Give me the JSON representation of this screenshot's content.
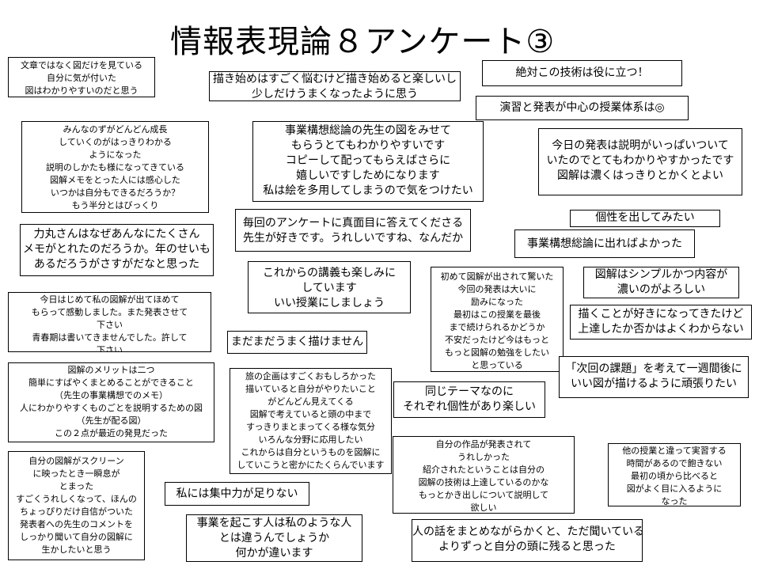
{
  "title": "情報表現論８アンケート③",
  "comments": [
    {
      "lines": [
        "文章ではなく図だけを見ている",
        "自分に気が付いた",
        "図はわかりやすいのだと思う"
      ]
    },
    {
      "lines": [
        "描き始めはすごく悩むけど描き始めると楽しいし",
        "少しだけうまくなったように思う"
      ]
    },
    {
      "lines": [
        "絶対この技術は役に立つ！"
      ]
    },
    {
      "lines": [
        "演習と発表が中心の授業体系は◎"
      ]
    },
    {
      "lines": [
        "みんなのずがどんどん成長",
        "していくのがはっきりわかる",
        "ようになった",
        "説明のしかたも様になってきている",
        "図解メモをとった人には感心した",
        "いつかは自分もできるだろうか？",
        "もう半分とはびっくり"
      ]
    },
    {
      "lines": [
        "事業構想総論の先生の図をみせて",
        "もらうとてもわかりやすいです",
        "コピーして配ってもらえばさらに",
        "嬉しいですしためになります",
        "私は絵を多用してしまうので気をつけたい"
      ]
    },
    {
      "lines": [
        "今日の発表は説明がいっぱいついて",
        "いたのでとてもわかりやすかったです",
        "図解は濃くはっきりとかくとよい"
      ]
    },
    {
      "lines": [
        "個性を出してみたい"
      ]
    },
    {
      "lines": [
        "力丸さんはなぜあんなにたくさん",
        "メモがとれたのだろうか。年のせいも",
        "あるだろうがさすがだなと思った"
      ]
    },
    {
      "lines": [
        "毎回のアンケートに真面目に答えてくださる",
        "先生が好きです。うれしいですね、なんだか"
      ]
    },
    {
      "lines": [
        "事業構想総論に出ればよかった"
      ]
    },
    {
      "lines": [
        "これからの講義も楽しみに",
        "しています",
        "いい授業にしましょう"
      ]
    },
    {
      "lines": [
        "初めて図解が出されて驚いた",
        "今回の発表は大いに",
        "励みになった",
        "最初はこの授業を最後",
        "まで続けられるかどうか",
        "不安だったけど今はもっと",
        "もっと図解の勉強をしたい",
        "と思っている"
      ]
    },
    {
      "lines": [
        "図解はシンプルかつ内容が",
        "濃いのがよろしい"
      ]
    },
    {
      "lines": [
        "描くことが好きになってきたけど",
        "上達したか否かはよくわからない"
      ]
    },
    {
      "lines": [
        "今日はじめて私の図解が出てほめて",
        "もらって感動しました。また発表させて",
        "下さい",
        "青春期は書いてきませんでした。許して",
        "下さい"
      ]
    },
    {
      "lines": [
        "まだまだうまく描けません"
      ]
    },
    {
      "lines": [
        "「次回の課題」を考えて一週間後に",
        "いい図が描けるように頑張りたい"
      ]
    },
    {
      "lines": [
        "図解のメリットは二つ",
        "簡単にすばやくまとめることができること",
        "（先生の事業構想でのメモ）",
        "人にわかりやすくものごとを説明するための図",
        "（先生が配る図）",
        "この２点が最近の発見だった"
      ]
    },
    {
      "lines": [
        "旅の企画はすごくおもしろかった",
        "描いていると自分がやりたいこと",
        "がどんどん見えてくる",
        "図解で考えていると頭の中まで",
        "すっきりまとまってくる様な気分",
        "いろんな分野に応用したい",
        "これからは自分というものを図解に",
        "していこうと密かにたくらんでいます"
      ]
    },
    {
      "lines": [
        "同じテーマなのに",
        "それぞれ個性があり楽しい"
      ]
    },
    {
      "lines": [
        "自分の作品が発表されて",
        "うれしかった",
        "紹介されたということは自分の",
        "図解の技術は上達しているのかな",
        "もっとかき出しについて説明して",
        "欲しい"
      ]
    },
    {
      "lines": [
        "他の授業と違って実習する",
        "時間があるので飽きない",
        "最初の頃から比べると",
        "図がよく目に入るように",
        "なった"
      ]
    },
    {
      "lines": [
        "自分の図解がスクリーン",
        "に映ったとき一瞬息が",
        "とまった",
        "すごくうれしくなって、ほんの",
        "ちょっぴりだけ自信がついた",
        "発表者への先生のコメントを",
        "しっかり聞いて自分の図解に",
        "生かしたいと思う"
      ]
    },
    {
      "lines": [
        "私には集中力が足りない"
      ]
    },
    {
      "lines": [
        "事業を起こす人は私のような人",
        "とは違うんでしょうか",
        "何かが違います"
      ]
    },
    {
      "lines": [
        "人の話をまとめながらかくと、ただ聞いている",
        "よりずっと自分の頭に残ると思った"
      ]
    }
  ]
}
